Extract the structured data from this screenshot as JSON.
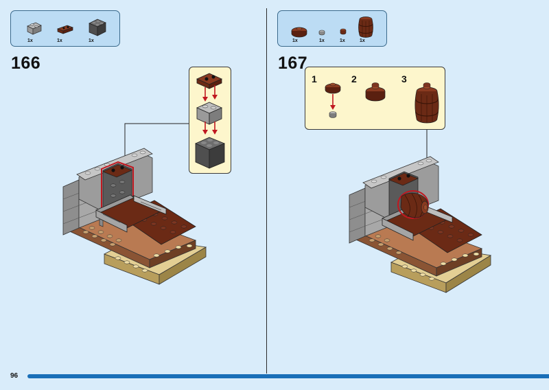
{
  "page": {
    "number": "96"
  },
  "step166": {
    "number": "166",
    "parts": [
      {
        "qty": "1x",
        "icon": "gray-brick-1x2-icon"
      },
      {
        "qty": "1x",
        "icon": "brown-plate-1x2-icon"
      },
      {
        "qty": "1x",
        "icon": "dark-gray-brick-2x2-icon"
      }
    ]
  },
  "step167": {
    "number": "167",
    "parts": [
      {
        "qty": "1x",
        "icon": "brown-round-plate-icon"
      },
      {
        "qty": "1x",
        "icon": "gray-round-stud-icon"
      },
      {
        "qty": "1x",
        "icon": "brown-round-stud-icon"
      },
      {
        "qty": "1x",
        "icon": "brown-barrel-icon"
      }
    ],
    "substeps": [
      "1",
      "2",
      "3"
    ]
  },
  "colors": {
    "background": "#d9ecfa",
    "callout": "#fdf6cc",
    "accent_bar": "#1a6fb8",
    "highlight": "#c01820"
  }
}
